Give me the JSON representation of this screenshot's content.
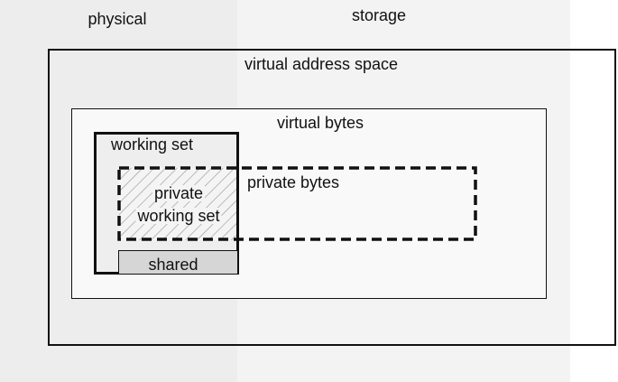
{
  "regions": {
    "physical": "physical",
    "storage": "storage"
  },
  "boxes": {
    "virtual_address_space": "virtual address space",
    "virtual_bytes": "virtual bytes",
    "working_set": "working set",
    "private_bytes": "private bytes",
    "private_working_set_line1": "private",
    "private_working_set_line2": "working set",
    "shared": "shared"
  },
  "colors": {
    "physical_background": "#ededed",
    "storage_background": "#f3f3f3",
    "outline": "#111111",
    "shared_fill": "#d6d6d6",
    "hatch": "#9a9a9a"
  }
}
